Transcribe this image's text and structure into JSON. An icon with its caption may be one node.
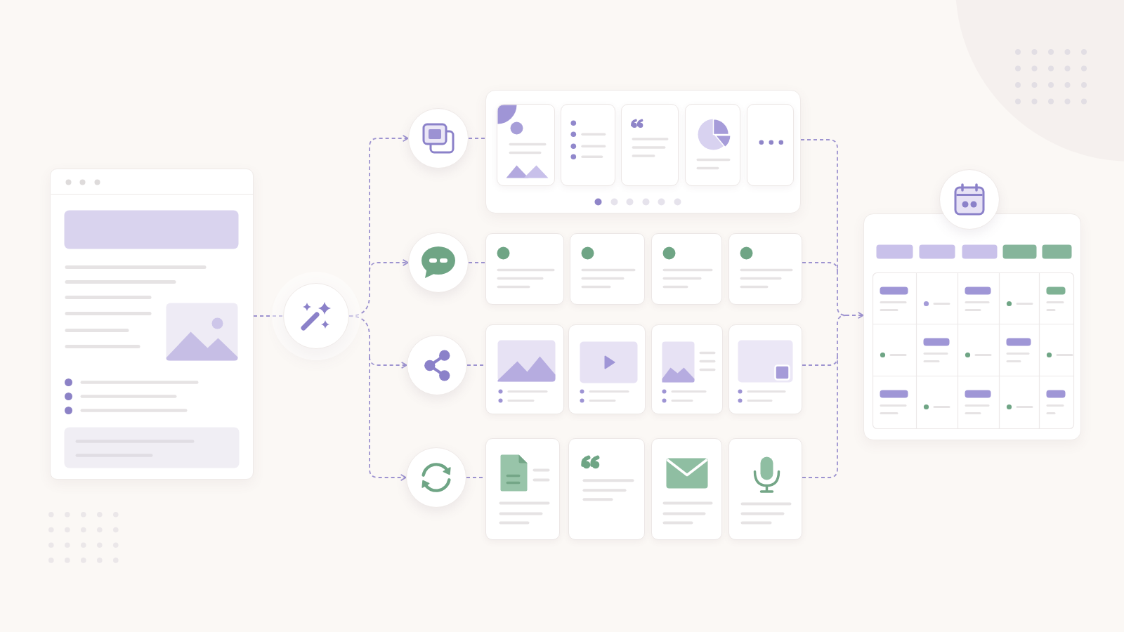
{
  "diagram": {
    "nodes": [
      {
        "text": [],
        "shape": "box"
      },
      {
        "text": [],
        "shape": "circle"
      },
      {
        "text": [],
        "shape": "circle"
      },
      {
        "text": [],
        "shape": "box"
      },
      {
        "text": [],
        "shape": "box",
        "in": 3
      },
      {
        "text": [],
        "shape": "box",
        "in": 3
      },
      {
        "text": [],
        "shape": "box",
        "in": 3
      },
      {
        "text": [],
        "shape": "box",
        "in": 3
      },
      {
        "text": [],
        "shape": "box",
        "in": 3
      },
      {
        "text": [],
        "shape": "circle"
      },
      {
        "text": [],
        "shape": "box"
      },
      {
        "text": [],
        "shape": "box"
      },
      {
        "text": [],
        "shape": "box"
      },
      {
        "text": [],
        "shape": "box"
      },
      {
        "text": [],
        "shape": "circle"
      },
      {
        "text": [],
        "shape": "box"
      },
      {
        "text": [],
        "shape": "box"
      },
      {
        "text": [],
        "shape": "box"
      },
      {
        "text": [],
        "shape": "box"
      },
      {
        "text": [],
        "shape": "circle"
      },
      {
        "text": [],
        "shape": "box"
      },
      {
        "text": [],
        "shape": "box"
      },
      {
        "text": [],
        "shape": "box"
      },
      {
        "text": [],
        "shape": "box"
      },
      {
        "text": [],
        "shape": "circle"
      },
      {
        "text": [],
        "shape": "box"
      }
    ],
    "edges": [
      {
        "from": 0,
        "to": 1,
        "arrow": "none"
      },
      {
        "from": 1,
        "to": 2,
        "arrow": "to"
      },
      {
        "from": 1,
        "to": 9,
        "arrow": "to"
      },
      {
        "from": 1,
        "to": 14,
        "arrow": "to"
      },
      {
        "from": 1,
        "to": 19,
        "arrow": "to"
      },
      {
        "from": 2,
        "to": 3,
        "arrow": "none"
      },
      {
        "from": 9,
        "to": 10,
        "arrow": "none"
      },
      {
        "from": 14,
        "to": 15,
        "arrow": "none"
      },
      {
        "from": 19,
        "to": 20,
        "arrow": "none"
      },
      {
        "from": 3,
        "to": 25,
        "arrow": "to"
      },
      {
        "from": 13,
        "to": 25,
        "arrow": "to"
      },
      {
        "from": 18,
        "to": 25,
        "arrow": "to"
      },
      {
        "from": 23,
        "to": 25,
        "arrow": "to"
      }
    ]
  }
}
